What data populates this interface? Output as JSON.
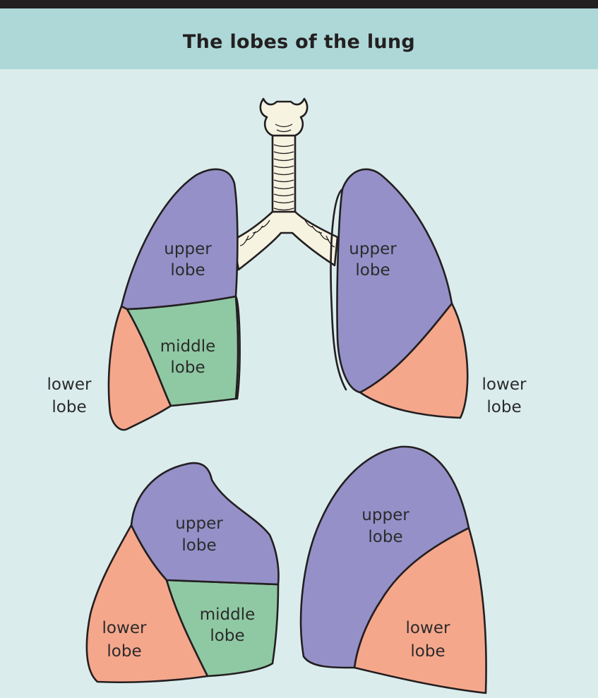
{
  "title": "The lobes of the lung",
  "colors": {
    "background": "#dbeced",
    "header": "#aed8d8",
    "top_bar": "#231f20",
    "upper_lobe": "#9590c8",
    "middle_lobe": "#8fc9a3",
    "lower_lobe": "#f5a78c",
    "trachea": "#f7f3e1",
    "outline": "#231f20"
  },
  "front_view": {
    "right_lung": {
      "upper": [
        "upper",
        "lobe"
      ],
      "middle": [
        "middle",
        "lobe"
      ],
      "lower": [
        "lower",
        "lobe"
      ]
    },
    "left_lung": {
      "upper": [
        "upper",
        "lobe"
      ],
      "lower": [
        "lower",
        "lobe"
      ]
    }
  },
  "side_view": {
    "right_lung": {
      "upper": [
        "upper",
        "lobe"
      ],
      "middle": [
        "middle",
        "lobe"
      ],
      "lower": [
        "lower",
        "lobe"
      ]
    },
    "left_lung": {
      "upper": [
        "upper",
        "lobe"
      ],
      "lower": [
        "lower",
        "lobe"
      ]
    }
  }
}
